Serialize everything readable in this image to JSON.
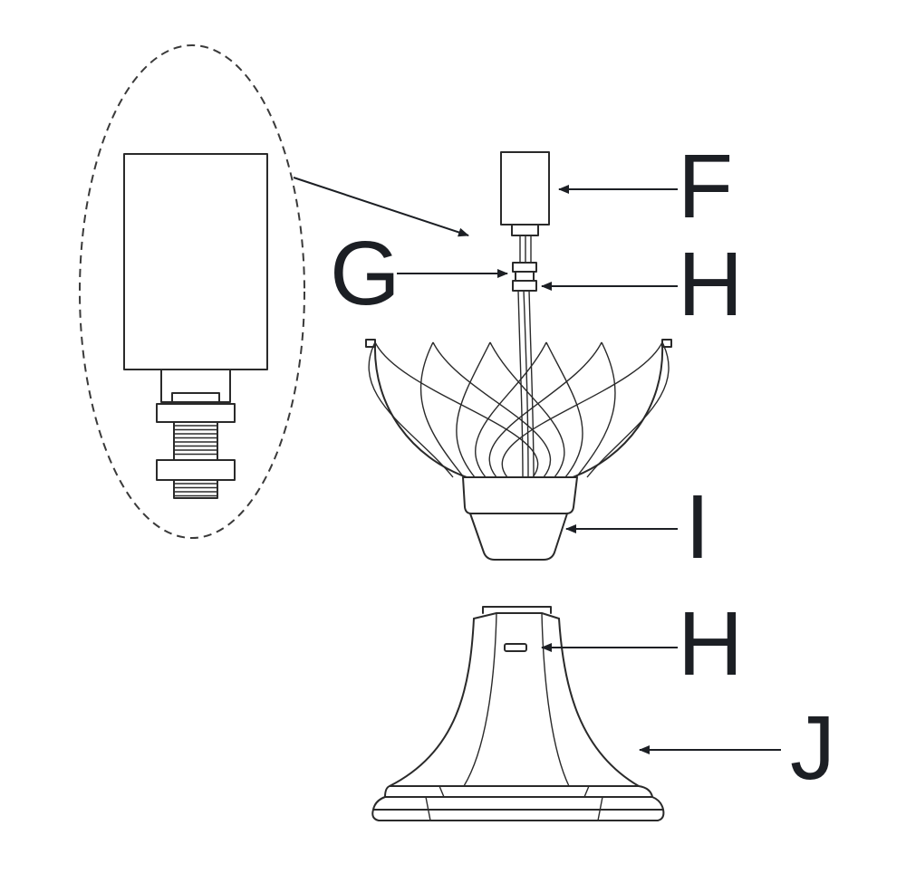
{
  "colors": {
    "line": "#2a2a2a",
    "label": "#1c1f24",
    "background": "#ffffff"
  },
  "labels": {
    "f": "F",
    "g": "G",
    "h_top": "H",
    "i": "I",
    "h_bottom": "H",
    "j": "J"
  }
}
